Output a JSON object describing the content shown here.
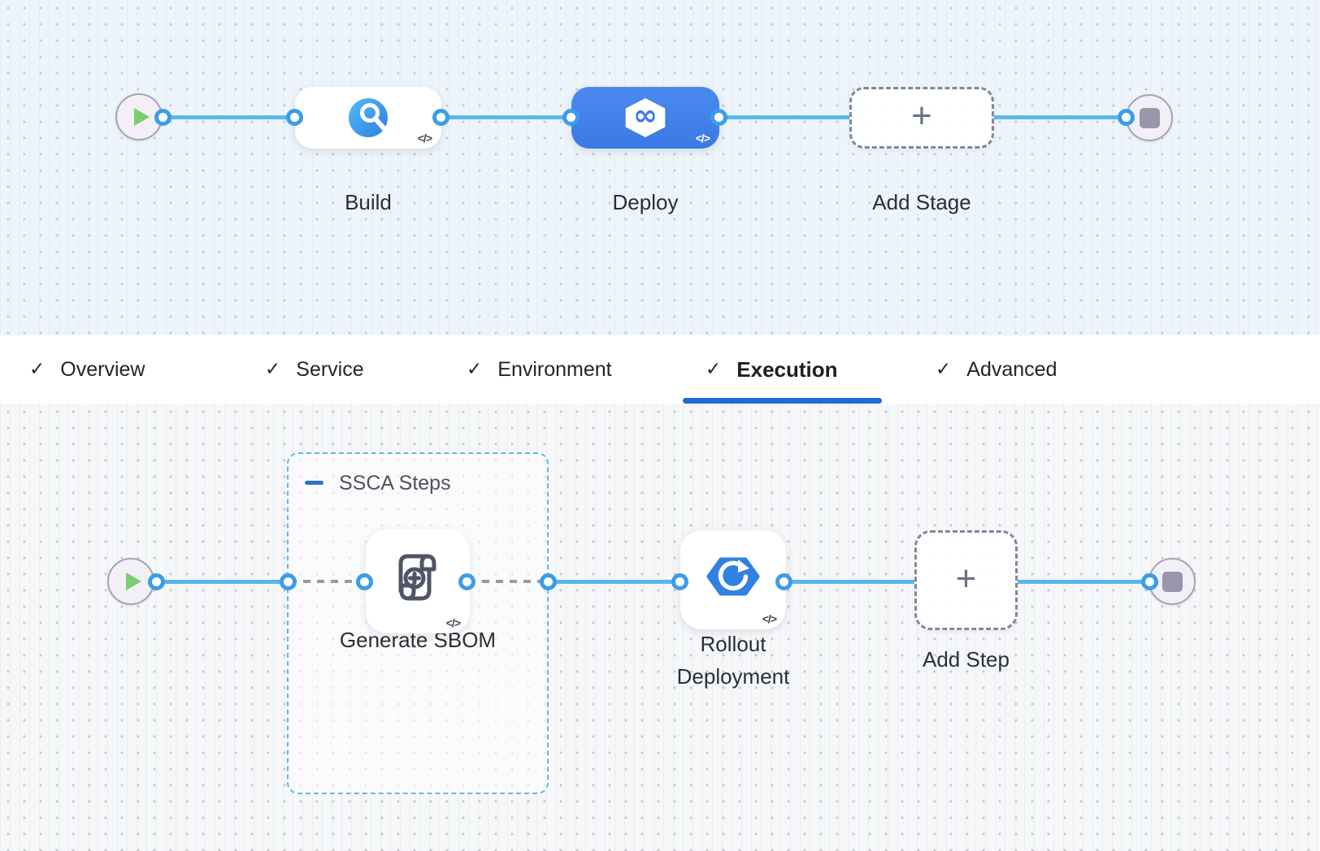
{
  "stage_canvas": {
    "start_node": "play",
    "end_node": "stop",
    "stages": [
      {
        "name": "Build",
        "icon": "ci-build-icon",
        "selected": false,
        "placeholder": false,
        "has_code_badge": true
      },
      {
        "name": "Deploy",
        "icon": "cd-deploy-icon",
        "selected": true,
        "placeholder": false,
        "has_code_badge": true
      },
      {
        "name": "Add Stage",
        "icon": "plus-icon",
        "selected": false,
        "placeholder": true,
        "has_code_badge": false
      }
    ]
  },
  "tab_bar": {
    "tabs": [
      {
        "label": "Overview",
        "checked": true,
        "active": false
      },
      {
        "label": "Service",
        "checked": true,
        "active": false
      },
      {
        "label": "Environment",
        "checked": true,
        "active": false
      },
      {
        "label": "Execution",
        "checked": true,
        "active": true
      },
      {
        "label": "Advanced",
        "checked": true,
        "active": false
      }
    ]
  },
  "execution_canvas": {
    "step_group": {
      "label": "SSCA Steps",
      "collapsible": true
    },
    "steps": [
      {
        "name": "Generate SBOM",
        "icon": "sbom-scroll-icon",
        "in_group": true,
        "placeholder": false,
        "has_code_badge": true
      },
      {
        "name": "Rollout Deployment",
        "icon": "rollout-deployment-icon",
        "in_group": false,
        "placeholder": false,
        "has_code_badge": true
      },
      {
        "name": "Add Step",
        "icon": "plus-icon",
        "in_group": false,
        "placeholder": true,
        "has_code_badge": false
      }
    ]
  },
  "glyphs": {
    "check": "✓",
    "plus": "+",
    "code_badge": "</>",
    "infinity": "∞"
  },
  "colors": {
    "connector": "#5ab6ed",
    "connector_dashed": "#9b9b9b",
    "port_ring": "#3b9de9",
    "selected_stage": "#3b79e4",
    "active_tab_underline": "#2269da",
    "group_border": "#60b7eb",
    "play_triangle": "#7ccd70",
    "stop_square": "#9995ab",
    "canvas_top_bg": "#edf4fa",
    "canvas_bottom_bg": "#f6f7f8"
  }
}
